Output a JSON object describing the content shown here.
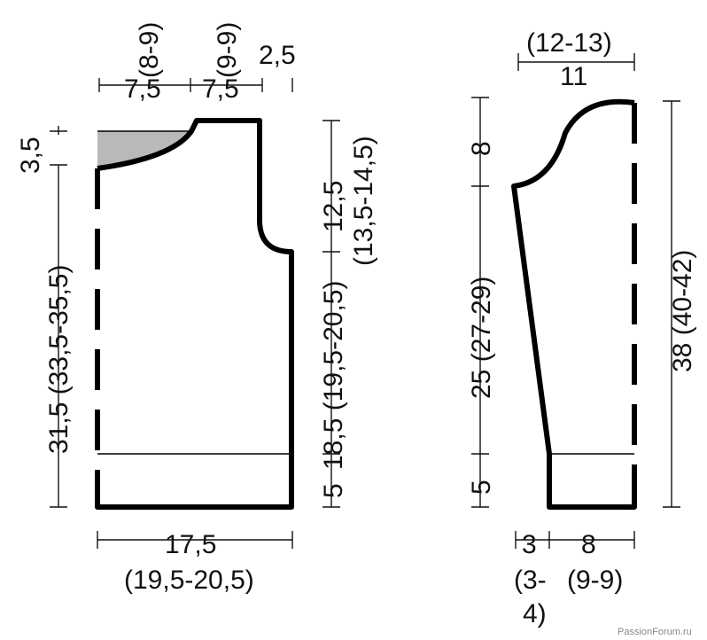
{
  "body_piece": {
    "top_neck_left": "(8-9)",
    "top_neck_left_main": "7,5",
    "top_shoulder": "(9-9)",
    "top_shoulder_main": "7,5",
    "top_right": "2,5",
    "left_neck_depth": "3,5",
    "left_height": "31,5 (33,5-35,5)",
    "right_armhole_top": "12,5",
    "right_armhole_top_alt": "(13,5-14,5)",
    "right_side": "18,5 (19,5-20,5)",
    "right_rib": "5",
    "bottom_width": "17,5",
    "bottom_width_alt": "(19,5-20,5)"
  },
  "sleeve_piece": {
    "top_alt": "(12-13)",
    "top_main": "11",
    "left_cap": "8",
    "left_length": "25 (27-29)",
    "left_rib": "5",
    "right_total": "38 (40-42)",
    "bottom_left": "3",
    "bottom_left_alt": "(3-",
    "bottom_left_alt2": "4)",
    "bottom_right": "8",
    "bottom_right_alt": "(9-9)"
  },
  "watermark": "PassionForum.ru"
}
